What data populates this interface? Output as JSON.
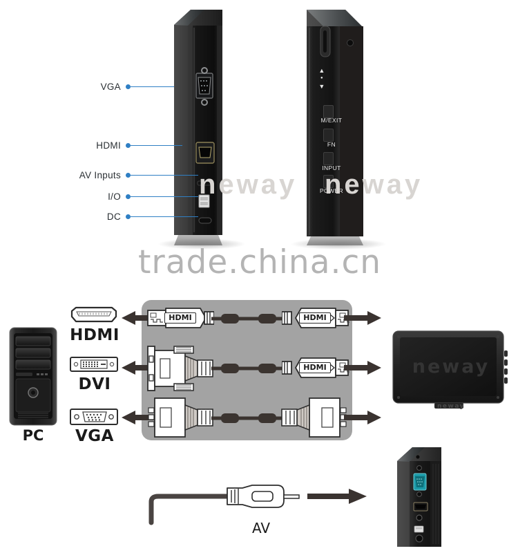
{
  "page": {
    "title": "Monitor connection diagram",
    "watermark": "trade.china.cn",
    "watermark_faint_left": "neway",
    "watermark_faint_right": "neway"
  },
  "top_section": {
    "left_device": {
      "name": "side-port-panel",
      "callouts": [
        {
          "label": "VGA",
          "port": "vga-port"
        },
        {
          "label": "HDMI",
          "port": "hdmi-port"
        },
        {
          "label": "AV Inputs",
          "port": "av-input-port"
        },
        {
          "label": "I/O",
          "port": "io-switch"
        },
        {
          "label": "DC",
          "port": "dc-power-port"
        }
      ]
    },
    "right_device": {
      "name": "control-button-panel",
      "buttons": [
        {
          "label": "M/EXIT"
        },
        {
          "label": "FN"
        },
        {
          "label": "INPUT"
        },
        {
          "label": "POWER"
        }
      ],
      "rocker": {
        "up": "▲",
        "mid": "●",
        "down": "▼"
      }
    }
  },
  "diagram": {
    "source_label": "PC",
    "panel_color": "#a3a3a3",
    "rows": [
      {
        "source_port": "HDMI",
        "source_icon": "hdmi-port-icon",
        "cable_left_label": "HDMI",
        "cable_right_label": "HDMI",
        "left_connector": "hdmi-male-connector",
        "right_connector": "hdmi-male-connector"
      },
      {
        "source_port": "DVI",
        "source_icon": "dvi-port-icon",
        "cable_left_label": "",
        "cable_right_label": "HDMI",
        "left_connector": "dvi-male-connector",
        "right_connector": "hdmi-male-connector"
      },
      {
        "source_port": "VGA",
        "source_icon": "vga-port-icon",
        "cable_left_label": "",
        "cable_right_label": "",
        "left_connector": "vga-male-connector",
        "right_connector": "vga-male-connector"
      }
    ],
    "monitor": {
      "name": "neway-monitor",
      "screen_text": "neway",
      "brand": "neway"
    },
    "av_row": {
      "label": "AV",
      "connector": "rca-av-connector"
    },
    "av_device": {
      "name": "monitor-side-ports"
    }
  },
  "colors": {
    "accent_blue": "#2f7fc4",
    "panel_gray": "#a3a3a3",
    "cable_dark": "#3b3430",
    "arrow_dark": "#3a3330",
    "outline": "#2d2d2d"
  }
}
